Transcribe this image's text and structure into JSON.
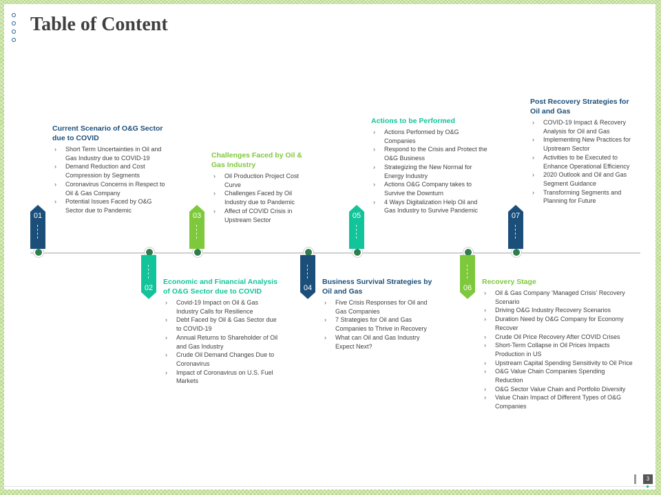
{
  "title": "Table of Content",
  "page_number": "3",
  "colors": {
    "navy": "#1b4f7a",
    "teal": "#12c49a",
    "green": "#7ec83c"
  },
  "sections": [
    {
      "number": "01",
      "heading": "Current Scenario of O&G Sector due to COVID",
      "items": [
        "Short Term Uncertainties in Oil and Gas Industry due to COVID-19",
        "Demand Reduction and Cost Compression by Segments",
        "Coronavirus Concerns in Respect to Oil & Gas Company",
        "Potential Issues Faced by O&G Sector due to Pandemic"
      ]
    },
    {
      "number": "02",
      "heading": "Economic and Financial Analysis of O&G Sector due to COVID",
      "items": [
        "Covid-19 Impact on Oil & Gas Industry Calls for Resilience",
        "Debt Faced by Oil & Gas Sector due to COVID-19",
        "Annual Returns to Shareholder of Oil and Gas Industry",
        "Crude Oil Demand Changes Due to Coronavirus",
        "Impact of Coronavirus on U.S. Fuel Markets"
      ]
    },
    {
      "number": "03",
      "heading": "Challenges Faced by Oil & Gas Industry",
      "items": [
        "Oil Production Project Cost Curve",
        "Challenges Faced by Oil Industry due to Pandemic",
        "Affect of COVID Crisis in Upstream Sector"
      ]
    },
    {
      "number": "04",
      "heading": "Business Survival Strategies by Oil and Gas",
      "items": [
        "Five Crisis Responses for Oil and Gas Companies",
        "7 Strategies for Oil and Gas Companies to Thrive in Recovery",
        "What can Oil and Gas Industry Expect Next?"
      ]
    },
    {
      "number": "05",
      "heading": "Actions to be Performed",
      "items": [
        "Actions Performed by O&G Companies",
        "Respond to the Crisis and Protect the O&G Business",
        "Strategizing the New Normal for Energy Industry",
        "Actions O&G Company takes to Survive the Downturn",
        "4 Ways Digitalization Help Oil and Gas Industry to Survive Pandemic"
      ]
    },
    {
      "number": "06",
      "heading": "Recovery Stage",
      "items": [
        "Oil & Gas Company ‘Managed Crisis’ Recovery Scenario",
        "Driving O&G Industry Recovery Scenarios",
        "Duration Need by O&G Company for Economy Recover",
        "Crude Oil Price Recovery After COVID Crises",
        "Short-Term Collapse in Oil Prices Impacts Production in US",
        "Upstream Capital Spending Sensitivity to Oil Price",
        "O&G Value Chain Companies Spending Reduction",
        "O&G Sector Value Chain and Portfolio Diversity",
        "Value Chain Impact of Different Types of O&G Companies"
      ]
    },
    {
      "number": "07",
      "heading": "Post Recovery Strategies for Oil and Gas",
      "items": [
        "COVID-19 Impact & Recovery Analysis for Oil and Gas",
        "Implementing New Practices for Upstream Sector",
        "Activities to be Executed to Enhance Operational Efficiency",
        "2020 Outlook and Oil and Gas Segment Guidance",
        "Transforming Segments and Planning for Future"
      ]
    }
  ]
}
